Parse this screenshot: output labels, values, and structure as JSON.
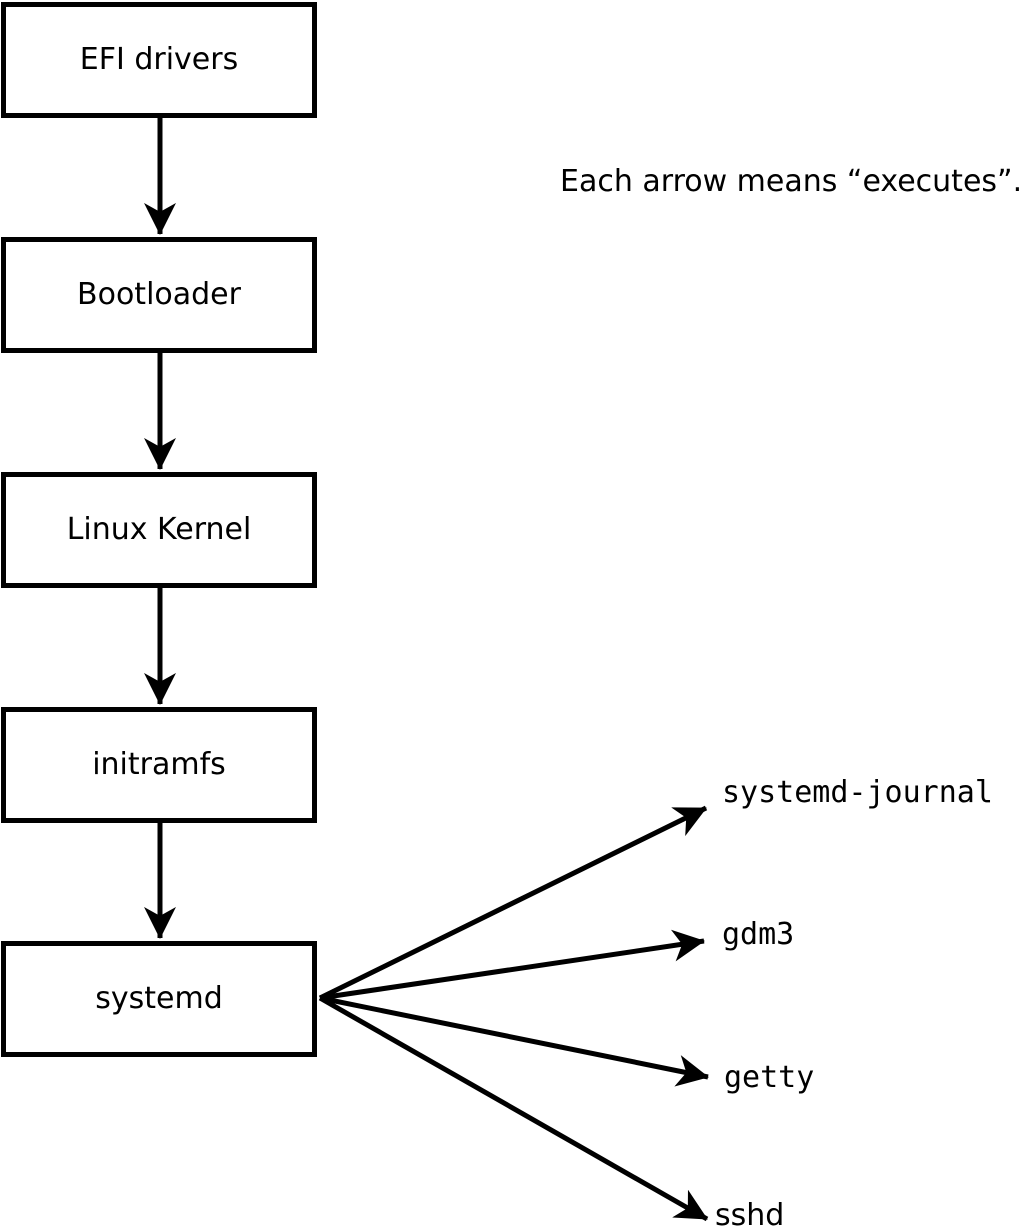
{
  "diagram": {
    "annotation": "Each arrow means “executes”.",
    "arrow_meaning": "executes",
    "chain": [
      {
        "id": "efi-drivers",
        "label": "EFI drivers"
      },
      {
        "id": "bootloader",
        "label": "Bootloader"
      },
      {
        "id": "linux-kernel",
        "label": "Linux Kernel"
      },
      {
        "id": "initramfs",
        "label": "initramfs"
      },
      {
        "id": "systemd",
        "label": "systemd"
      }
    ],
    "spawned": [
      {
        "id": "systemd-journal",
        "label": "systemd-journal"
      },
      {
        "id": "gdm3",
        "label": "gdm3"
      },
      {
        "id": "getty",
        "label": "getty"
      },
      {
        "id": "sshd",
        "label": "sshd"
      }
    ],
    "colors": {
      "line": "#000000",
      "background": "#ffffff",
      "box_fill": "#ffffff",
      "text": "#000000"
    }
  }
}
